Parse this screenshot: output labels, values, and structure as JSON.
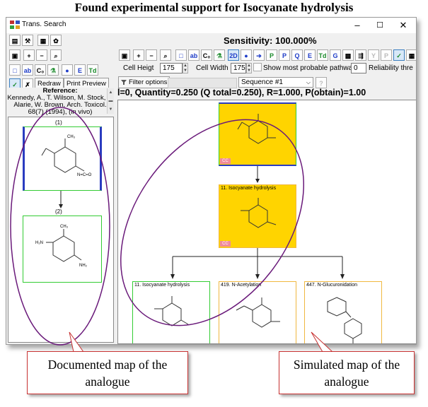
{
  "figure_title": "Found experimental support for Isocyanate hydrolysis",
  "window": {
    "title": "Trans. Search",
    "controls": [
      "–",
      "☐",
      "✕"
    ]
  },
  "sensitivity": "Sensitivity: 100.000%",
  "toolbar_main": {
    "cell_height_label": "Cell Heigt",
    "cell_height_value": "175",
    "cell_width_label": "Cell Width",
    "cell_width_value": "175",
    "show_pathways_label": "Show most probable pathways",
    "show_pathways_value": "0",
    "reliability_label": "Reliability thre",
    "filter_label": "Filter options",
    "sequence_value": "Sequence #1"
  },
  "left_toolbar": {
    "redraw": "Redraw",
    "print_preview": "Print Preview"
  },
  "reference": {
    "heading": "Reference:",
    "text": "Kennedy, A., T. Wilson, M. Stock, Y. Alarie, W. Brown, Arch. Toxicol. 68(7) (1994), (in vivo)"
  },
  "status_line": "l=0, Quantity=0.250 (Q total=0.250), R=1.000, P(obtain)=1.00",
  "left_map": {
    "node1_label": "(1)",
    "node2_label": "(2)",
    "atoms_node1": [
      "CH₃",
      "N=C=O"
    ],
    "atoms_node2": [
      "CH₃",
      "H₂N",
      "NH₂"
    ]
  },
  "right_map": {
    "root_badge": "CC",
    "step1_label": "11. Isocyanate hydrolysis",
    "step1_badge": "CC",
    "child1_label": "11. Isocyanate hydrolysis",
    "child2_label": "419. N-Acetylation",
    "child3_label": "447. N-Glucuronidation"
  },
  "callouts": {
    "left": "Documented map of the analogue",
    "right": "Simulated map of the analogue"
  },
  "colors": {
    "highlight": "#ffd400",
    "green_border": "#33cc33",
    "orange_border": "#f0b840",
    "ellipse": "#6a1a7a",
    "callout_border": "#c83232"
  }
}
